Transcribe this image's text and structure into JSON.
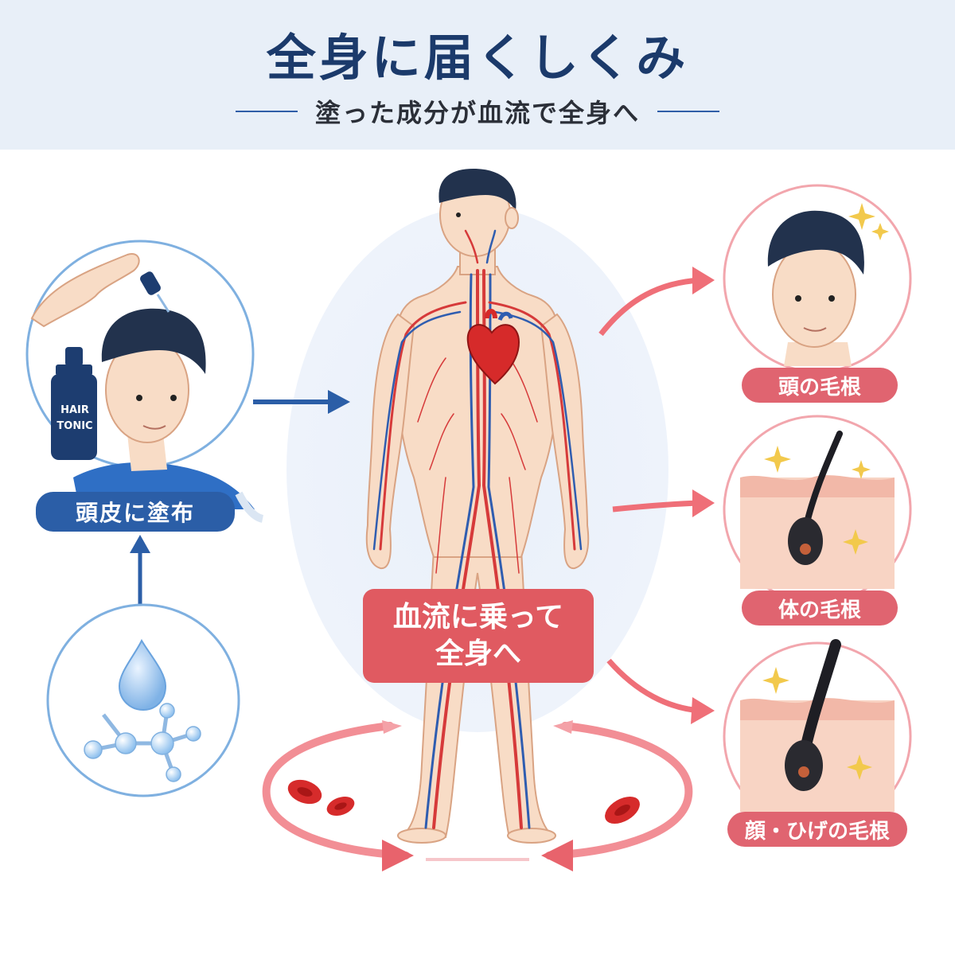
{
  "header": {
    "title": "全身に届くしくみ",
    "subtitle": "塗った成分が血流で全身へ"
  },
  "left": {
    "apply_label": "頭皮に塗布",
    "bottle_line1": "HAIR",
    "bottle_line2": "TONIC"
  },
  "center": {
    "label_line1": "血流に乗って",
    "label_line2": "全身へ"
  },
  "right": {
    "targets": [
      {
        "label": "頭の毛根"
      },
      {
        "label": "体の毛根"
      },
      {
        "label": "顔・ひげの毛根"
      }
    ]
  },
  "colors": {
    "navy": "#1b3a6b",
    "blue": "#2b5ea7",
    "red": "#e05a61",
    "pink": "#f2a6ad",
    "skin": "#f8dcc6"
  }
}
